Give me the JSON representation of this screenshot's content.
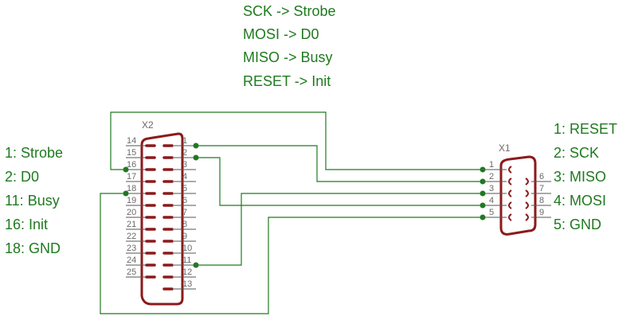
{
  "mapping": [
    "SCK -> Strobe",
    "MOSI -> D0",
    "MISO -> Busy",
    "RESET -> Init"
  ],
  "x2": {
    "ref": "X2",
    "left_pins": [
      "14",
      "15",
      "16",
      "17",
      "18",
      "19",
      "20",
      "21",
      "22",
      "23",
      "24",
      "25"
    ],
    "right_pins": [
      "1",
      "2",
      "3",
      "4",
      "5",
      "6",
      "7",
      "8",
      "9",
      "10",
      "11",
      "12",
      "13"
    ],
    "labels": [
      "1: Strobe",
      "2: D0",
      "11: Busy",
      "16: Init",
      "18: GND"
    ]
  },
  "x1": {
    "ref": "X1",
    "left_pins": [
      "1",
      "2",
      "3",
      "4",
      "5"
    ],
    "right_pins": [
      "6",
      "7",
      "8",
      "9"
    ],
    "labels": [
      "1: RESET",
      "2: SCK",
      "3: MISO",
      "4: MOSI",
      "5: GND"
    ]
  },
  "colors": {
    "wire": "#1f7a1f",
    "connector": "#8b1a1a",
    "pin_text": "#6a6a6a"
  }
}
